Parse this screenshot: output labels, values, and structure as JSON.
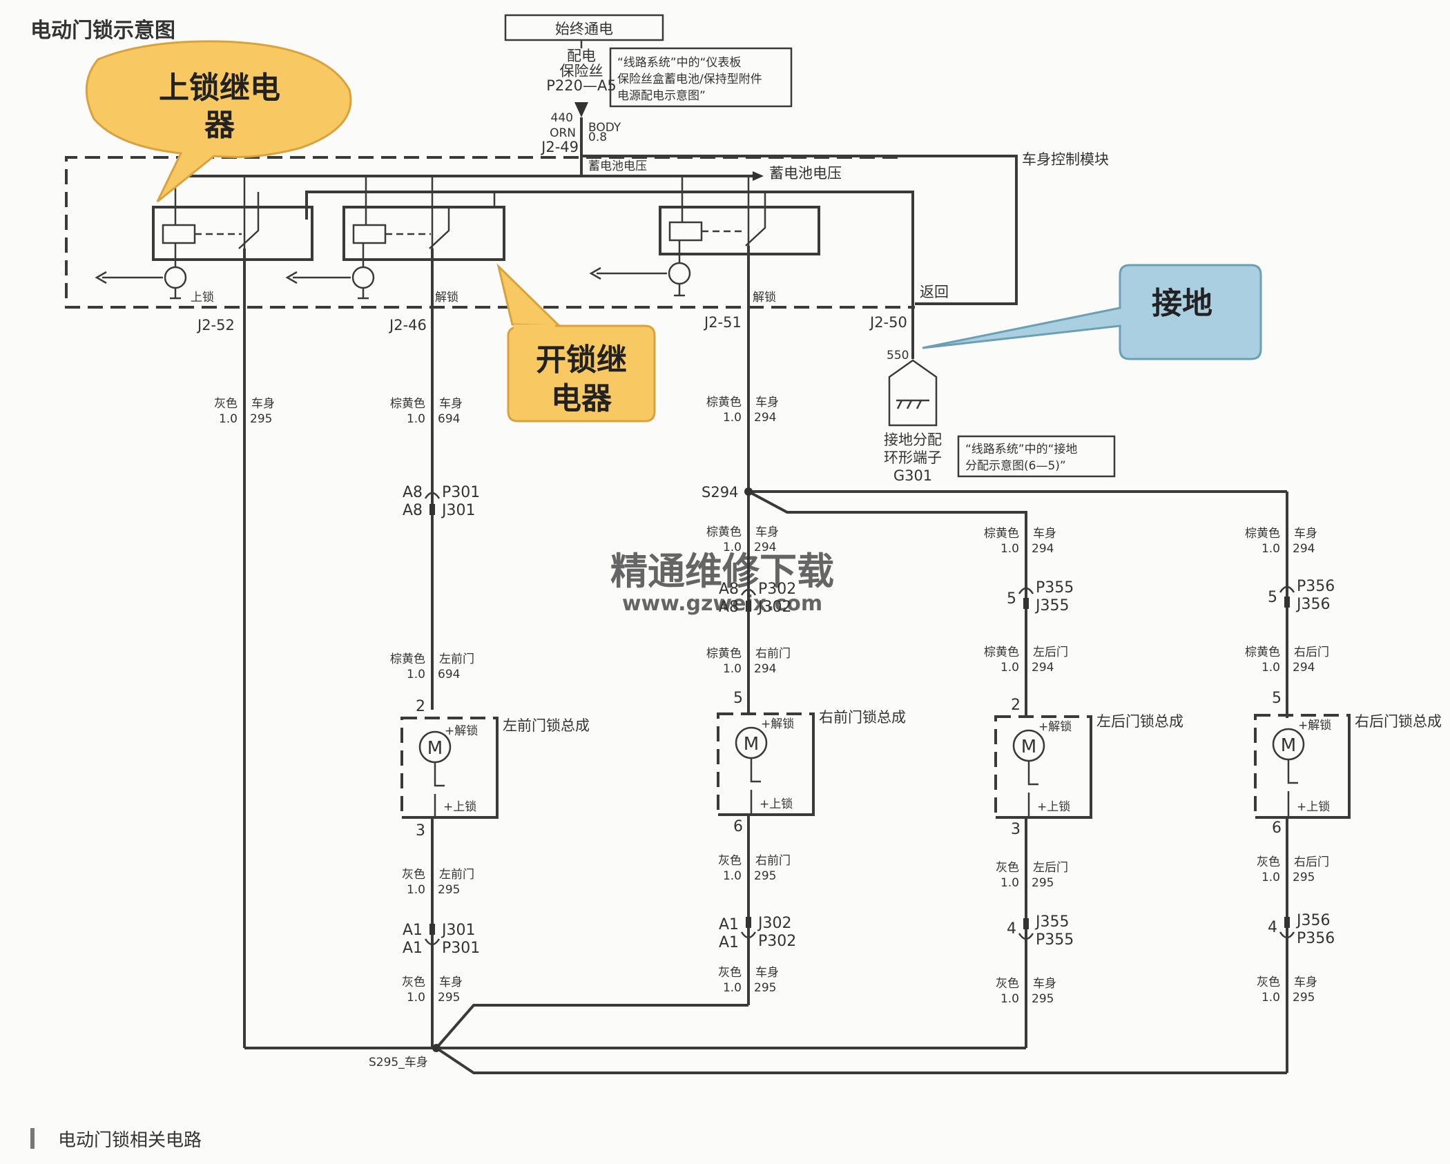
{
  "diagram": {
    "title": "电动门锁示意图",
    "caption": "电动门锁相关电路",
    "power": {
      "always_on": "始终通电",
      "fuse_line1": "配电",
      "fuse_line2": "保险丝",
      "fuse_id": "P220—A5",
      "note_line1": "“线路系统”中的“仪表板",
      "note_line2": "保险丝盒蓄电池/保持型附件",
      "note_line3": "电源配电示意图”",
      "circuit": "440",
      "color": "ORN",
      "harness": "BODY",
      "gauge": "0.8",
      "pin": "J2-49"
    },
    "bcm": {
      "title": "车身控制模块",
      "battery_voltage": "蓄电池电压",
      "lock": "上锁",
      "unlock1": "解锁",
      "unlock2": "解锁",
      "return": "返回",
      "pins": [
        "J2-52",
        "J2-46",
        "J2-51",
        "J2-50"
      ]
    },
    "ground": {
      "circuit": "550",
      "line1": "接地分配",
      "line2": "环形端子",
      "id": "G301",
      "note_line1": "“线路系统”中的“接地",
      "note_line2": "分配示意图(6—5)”"
    },
    "callouts": {
      "lock_relay_l1": "上锁继电",
      "lock_relay_l2": "器",
      "unlock_relay_l1": "开锁继",
      "unlock_relay_l2": "电器",
      "ground": "接地"
    },
    "wires": {
      "gray": "灰色",
      "brown_yellow": "棕黄色",
      "body": "车身",
      "lf_door": "左前门",
      "rf_door": "右前门",
      "lr_door": "左后门",
      "rr_door": "右后门",
      "gauge": "1.0",
      "c295": "295",
      "c694": "694",
      "c294": "294"
    },
    "splices": {
      "s294": "S294",
      "s295": "S295_车身"
    },
    "connectors": {
      "p301": "P301",
      "j301": "J301",
      "p302": "P302",
      "j302": "J302",
      "p355": "P355",
      "j355": "J355",
      "p356": "P356",
      "j356": "J356",
      "a8": "A8",
      "a1": "A1",
      "five": "5",
      "four": "4"
    },
    "actuators": {
      "lf": "左前门锁总成",
      "rf": "右前门锁总成",
      "lr": "左后门锁总成",
      "rr": "右后门锁总成",
      "motor": "M",
      "unlock": "+解锁",
      "lock": "+上锁",
      "pins": {
        "two": "2",
        "three": "3",
        "five": "5",
        "six": "6"
      }
    },
    "watermark": {
      "line1": "精通维修下载",
      "line2": "www.gzweix.com"
    },
    "colors": {
      "callout_fill": "#f8c862",
      "ground_callout_fill": "#a9cfe0",
      "watermark": "#f5a060"
    }
  }
}
